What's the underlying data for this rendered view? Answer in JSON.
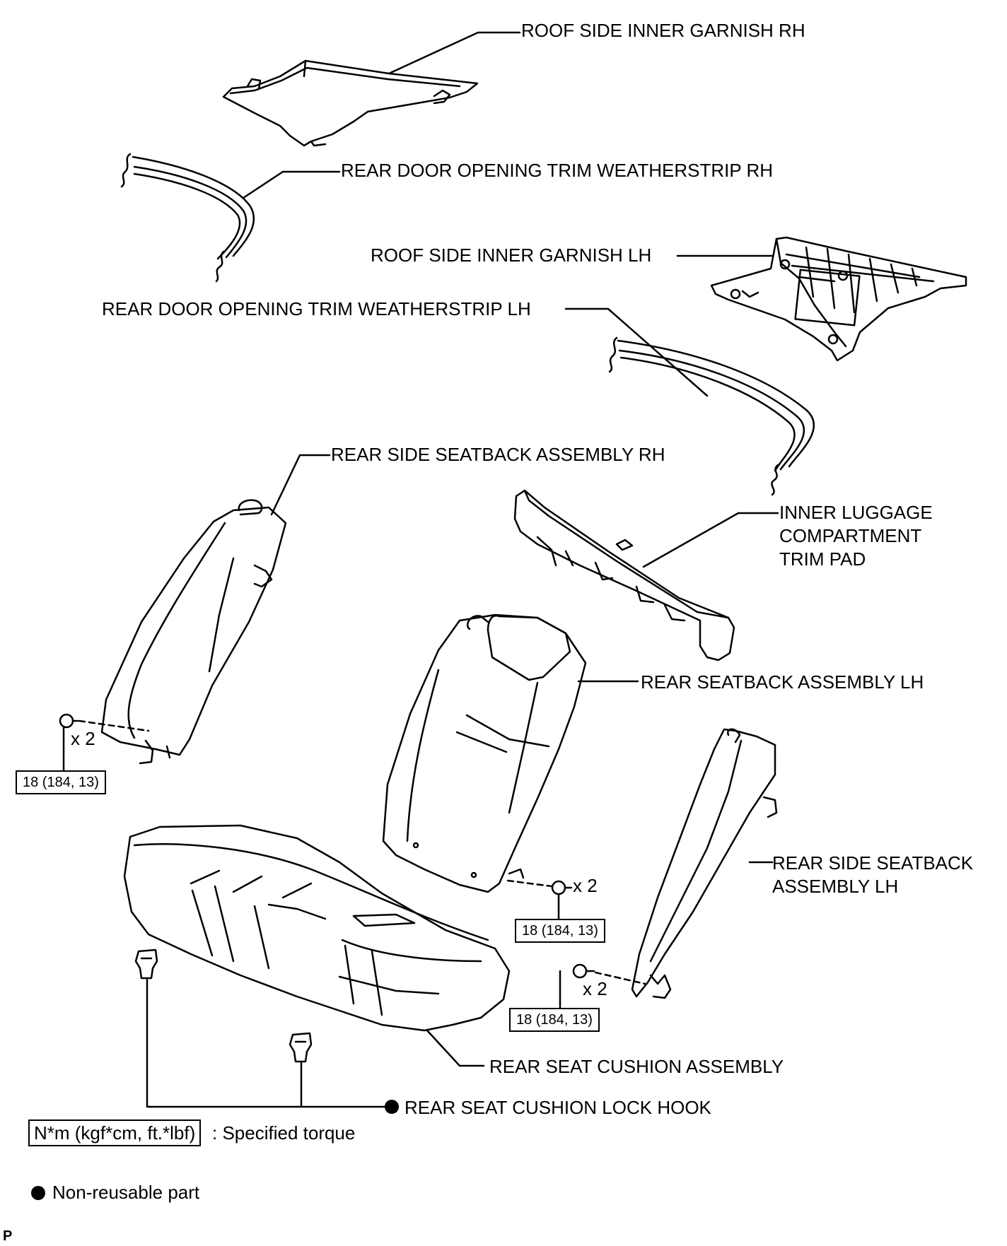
{
  "labels": {
    "roof_garnish_rh": "ROOF SIDE INNER GARNISH RH",
    "weatherstrip_rh": "REAR DOOR OPENING TRIM WEATHERSTRIP RH",
    "roof_garnish_lh": "ROOF SIDE INNER GARNISH LH",
    "weatherstrip_lh": "REAR DOOR OPENING TRIM WEATHERSTRIP LH",
    "side_seatback_rh": "REAR SIDE SEATBACK ASSEMBLY RH",
    "luggage_pad_line1": "INNER LUGGAGE",
    "luggage_pad_line2": "COMPARTMENT",
    "luggage_pad_line3": "TRIM PAD",
    "seatback_lh": "REAR SEATBACK ASSEMBLY LH",
    "side_seatback_lh_line1": "REAR SIDE SEATBACK",
    "side_seatback_lh_line2": "ASSEMBLY LH",
    "cushion": "REAR SEAT CUSHION ASSEMBLY",
    "lock_hook": "REAR SEAT CUSHION LOCK HOOK"
  },
  "torque": {
    "rh_side": "18 (184, 13)",
    "seatback": "18 (184, 13)",
    "lh_side": "18 (184, 13)"
  },
  "quantity": {
    "rh_side": "x 2",
    "seatback": "x 2",
    "lh_side": "x 2"
  },
  "legend": {
    "torque_unit": "N*m (kgf*cm, ft.*lbf)",
    "torque_desc": ": Specified torque",
    "non_reusable": "Non-reusable part"
  },
  "corner_mark": "P"
}
